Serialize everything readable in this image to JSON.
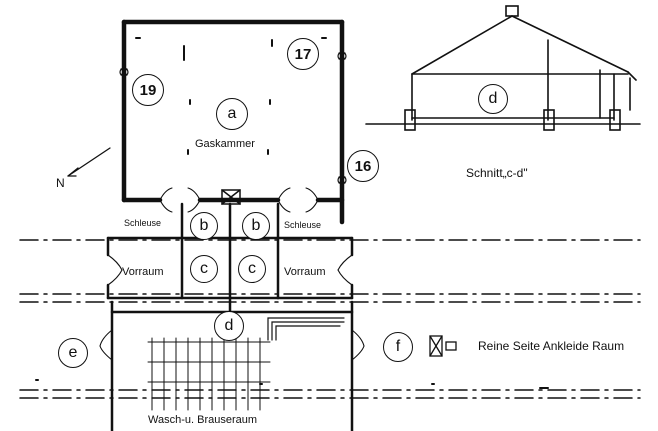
{
  "rooms": {
    "a": "a",
    "b": "b",
    "c": "c",
    "d": "d",
    "e": "e",
    "f": "f"
  },
  "numbers": {
    "n16": "16",
    "n17": "17",
    "n19": "19"
  },
  "labels": {
    "gaskammer": "Gaskammer",
    "schleuse": "Schleuse",
    "vorraum": "Vorraum",
    "schnitt": "Schnitt„c-d\"",
    "reine_seite": "Reine Seite Ankleide Raum",
    "wasch": "Wasch-u. Brauseraum",
    "north": "N"
  },
  "icons": [
    "north-arrow-icon",
    "ventilation-box-icon"
  ]
}
